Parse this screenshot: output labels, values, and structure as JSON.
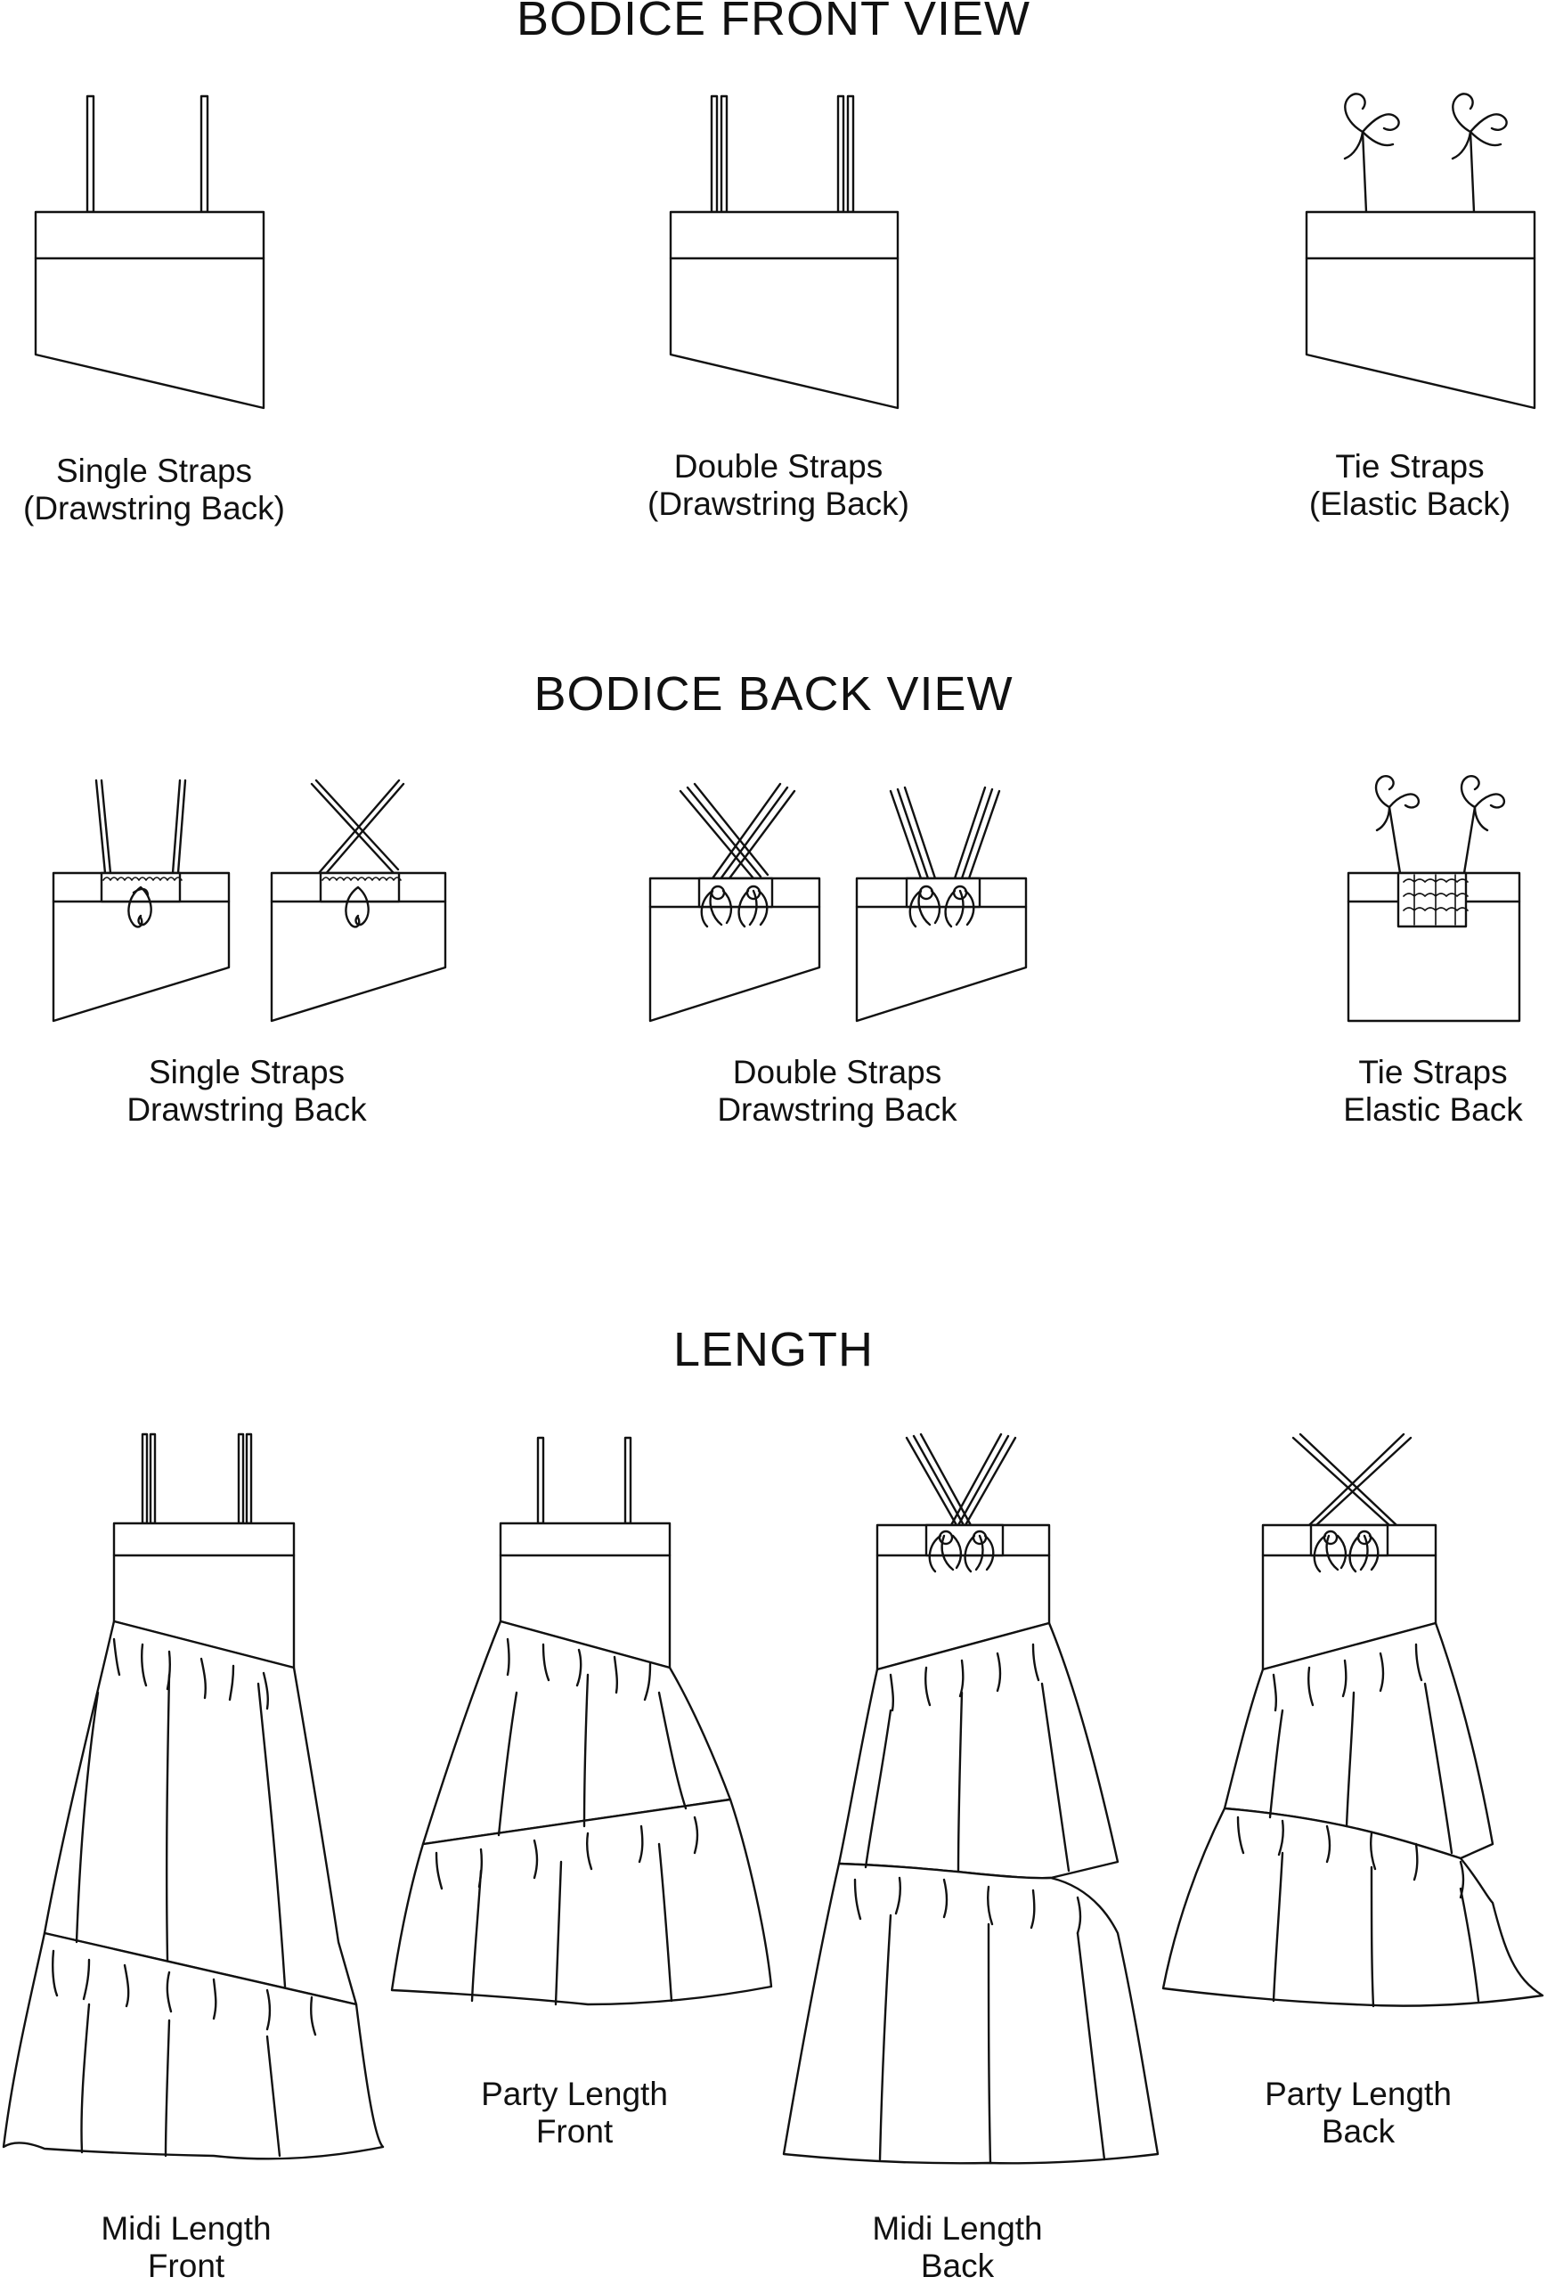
{
  "headings": {
    "front_view": "BODICE FRONT VIEW",
    "back_view": "BODICE BACK VIEW",
    "length": "LENGTH"
  },
  "front_view_items": [
    {
      "line1": "Single Straps",
      "line2": "(Drawstring Back)"
    },
    {
      "line1": "Double Straps",
      "line2": "(Drawstring Back)"
    },
    {
      "line1": "Tie Straps",
      "line2": "(Elastic Back)"
    }
  ],
  "back_view_items": [
    {
      "line1": "Single Straps",
      "line2": "Drawstring Back"
    },
    {
      "line1": "Double Straps",
      "line2": "Drawstring Back"
    },
    {
      "line1": "Tie Straps",
      "line2": "Elastic Back"
    }
  ],
  "length_items": [
    {
      "line1": "Midi Length",
      "line2": "Front"
    },
    {
      "line1": "Party Length",
      "line2": "Front"
    },
    {
      "line1": "Midi Length",
      "line2": "Back"
    },
    {
      "line1": "Party Length",
      "line2": "Back"
    }
  ],
  "colors": {
    "line": "#111111",
    "background": "#ffffff"
  }
}
